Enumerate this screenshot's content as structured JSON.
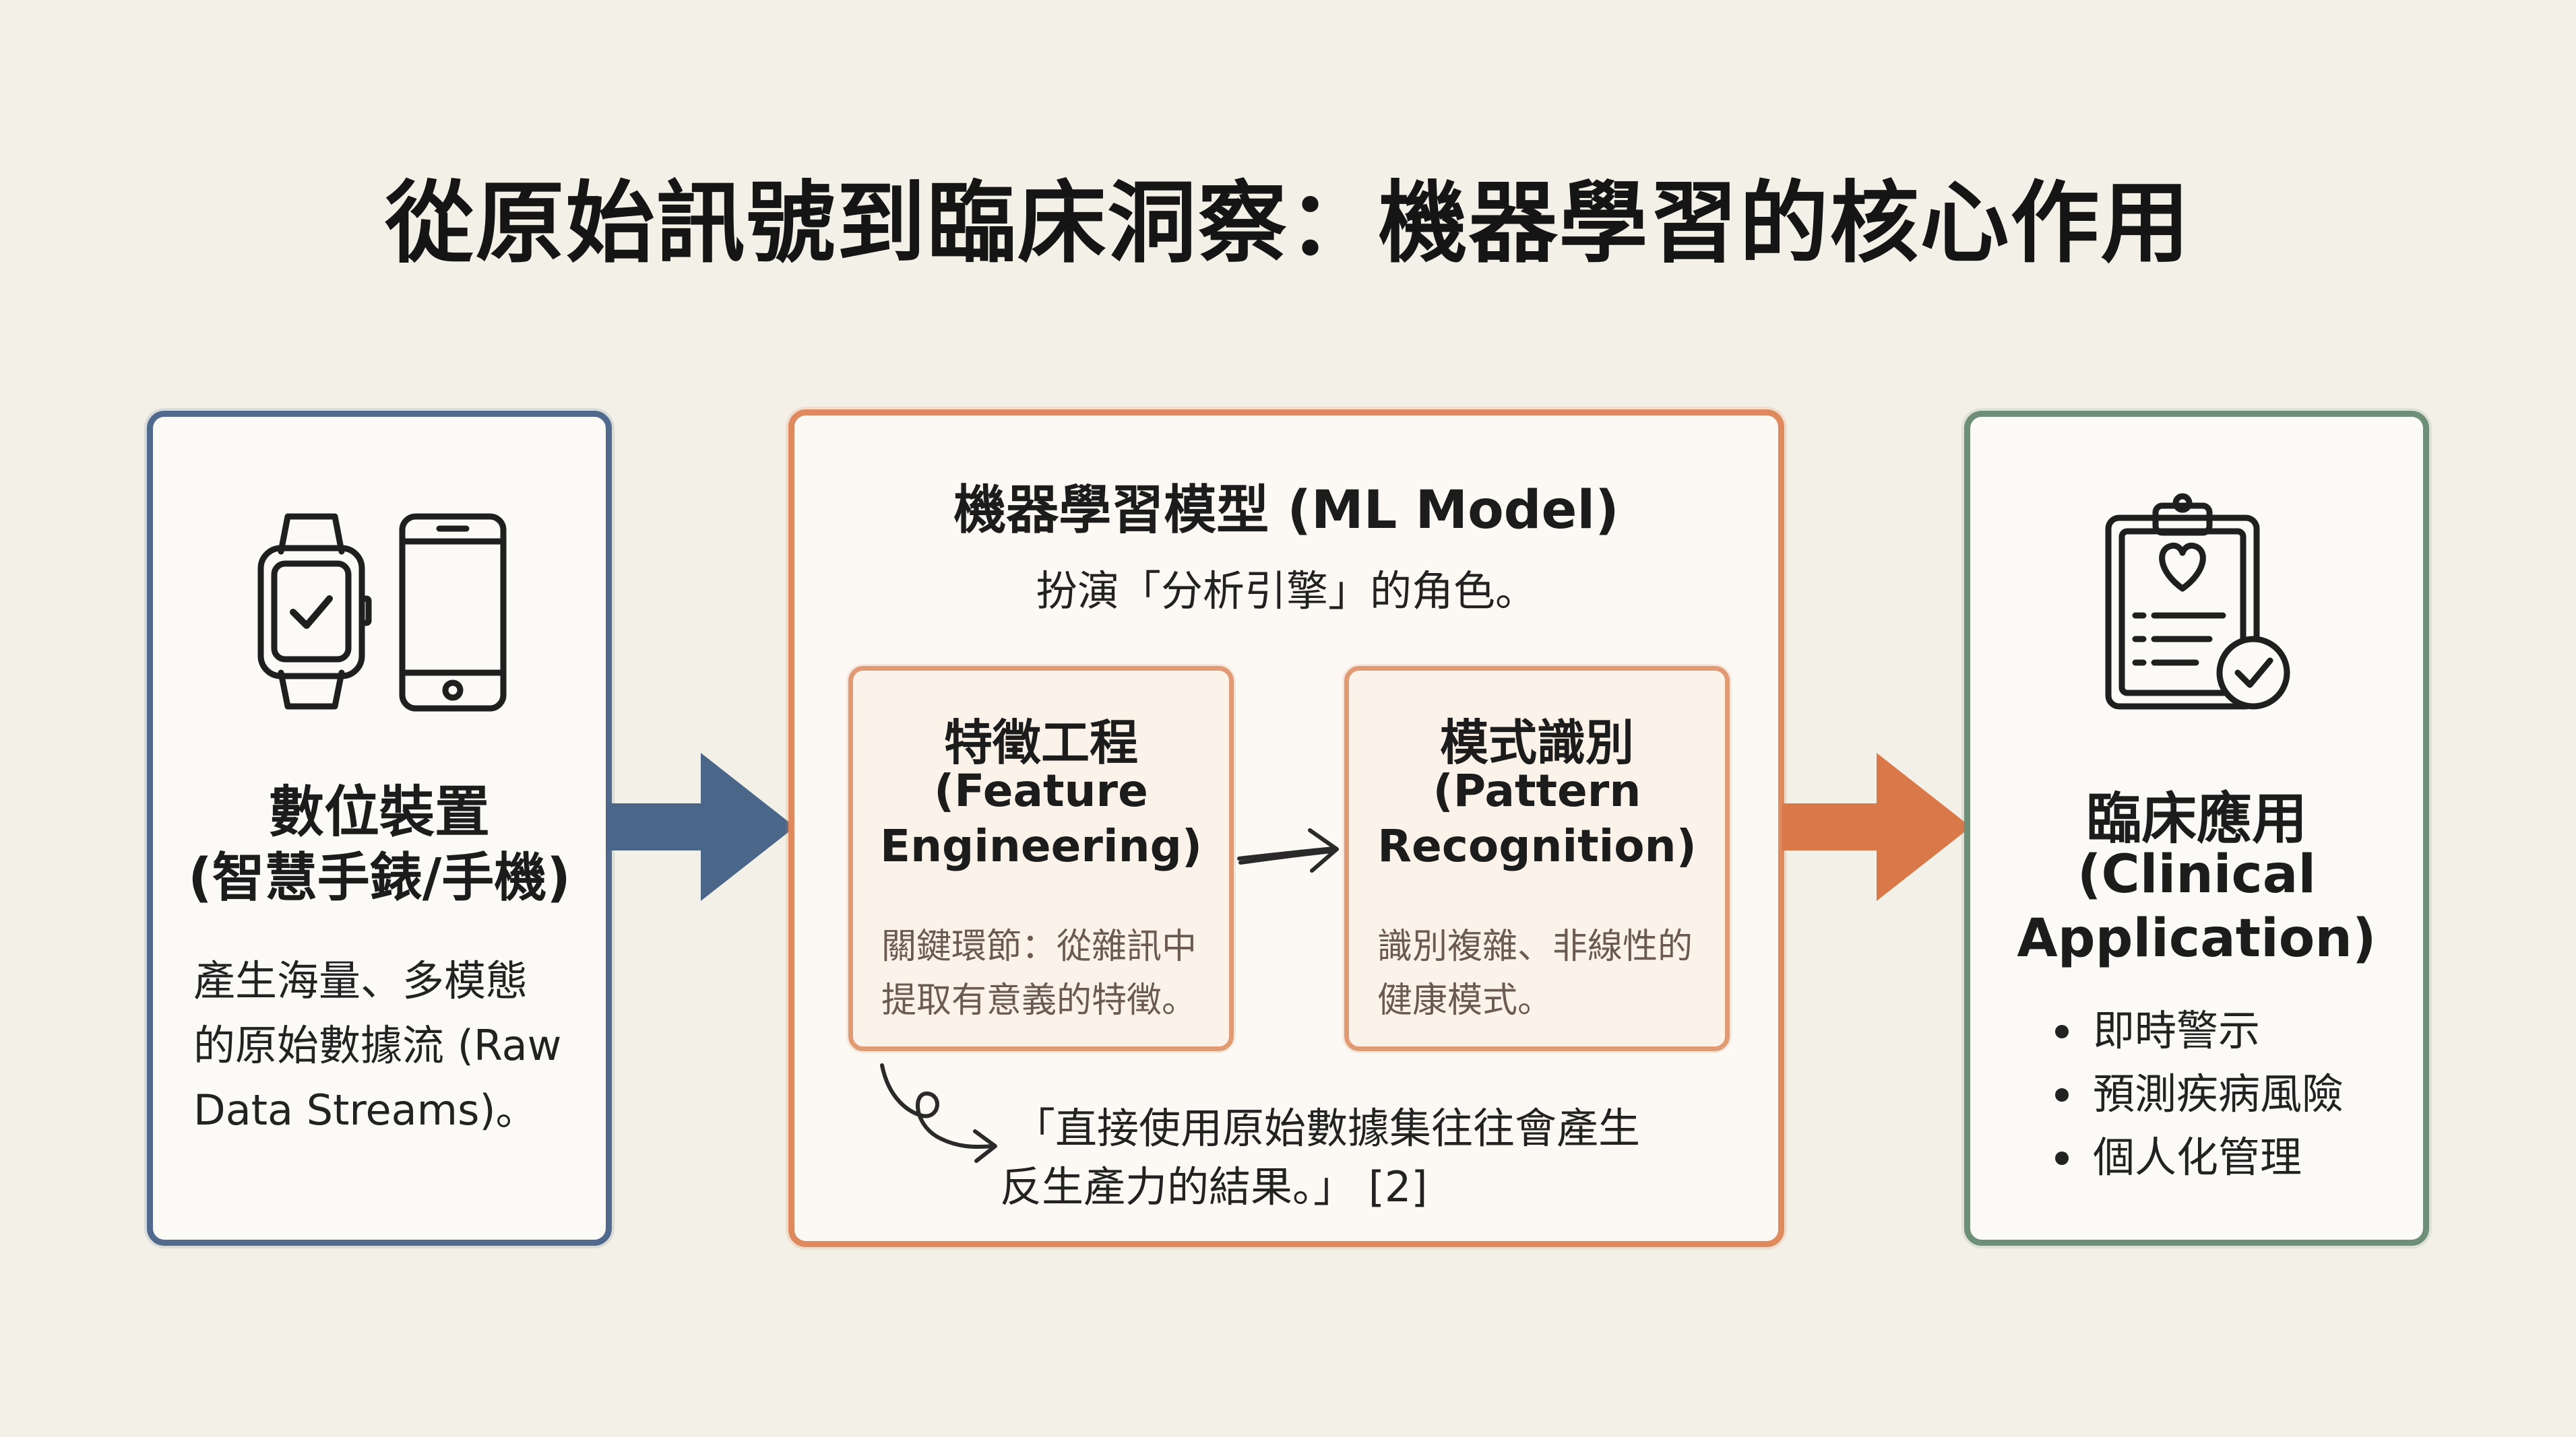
{
  "title": "從原始訊號到臨床洞察：機器學習的核心作用",
  "devices_panel": {
    "heading_line1": "數位裝置",
    "heading_line2": "(智慧手錶/手機)",
    "description_lines": [
      "產生海量、多模態",
      "的原始數據流 (Raw",
      "Data Streams)。"
    ],
    "icons": [
      "smartwatch-icon",
      "smartphone-icon"
    ],
    "border_color": "#4f6a8c"
  },
  "ml_panel": {
    "heading": "機器學習模型 (ML Model)",
    "subtitle": "扮演「分析引擎」的角色。",
    "feature_box": {
      "title_zh": "特徵工程",
      "title_en_line1": "(Feature",
      "title_en_line2": "Engineering)",
      "desc_lines": [
        "關鍵環節：從雜訊中",
        "提取有意義的特徵。"
      ]
    },
    "pattern_box": {
      "title_zh": "模式識別",
      "title_en_line1": "(Pattern",
      "title_en_line2": "Recognition)",
      "desc_lines": [
        "識別複雜、非線性的",
        "健康模式。"
      ]
    },
    "quote_line1": "「直接使用原始數據集往往會產生",
    "quote_line2": "反生產力的結果。」 [2]",
    "border_color": "#df8a5e"
  },
  "clinical_panel": {
    "heading_line1": "臨床應用",
    "heading_line2": "(Clinical",
    "heading_line3": "Application)",
    "items": [
      "即時警示",
      "預測疾病風險",
      "個人化管理"
    ],
    "icon": "clipboard-heart-check-icon",
    "border_color": "#6e8f77"
  },
  "arrows": {
    "left_color": "#4a6688",
    "right_color": "#d9794a"
  }
}
